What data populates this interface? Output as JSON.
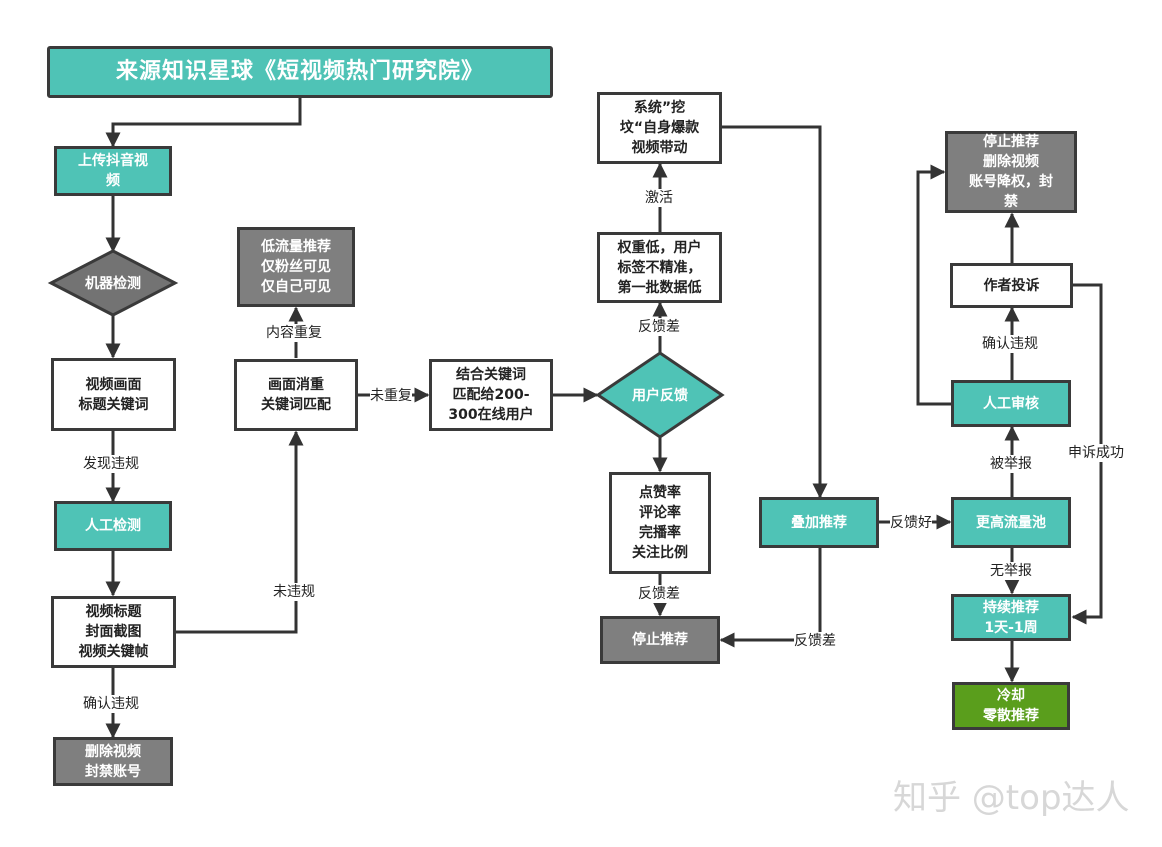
{
  "title": "来源知识星球《短视频热门研究院》",
  "nodes": {
    "upload": "上传抖音视\n频",
    "machine_check": "机器检测",
    "video_frame": "视频画面\n标题关键词",
    "manual_check": "人工检测",
    "video_title": "视频标题\n封面截图\n视频关键帧",
    "delete_video": "删除视频\n封禁账号",
    "low_traffic": "低流量推荐\n仅粉丝可见\n仅自己可见",
    "dedup": "画面消重\n关键词匹配",
    "match_users": "结合关键词\n匹配给200-\n300在线用户",
    "user_feedback": "用户反馈",
    "low_weight": "权重低，用户\n标签不精准，\n第一批数据低",
    "system_dig": "系统”挖\n坟“自身爆款\n视频带动",
    "metrics": "点赞率\n评论率\n完播率\n关注比例",
    "stop_rec_1": "停止推荐",
    "boost": "叠加推荐",
    "higher_pool": "更高流量池",
    "stop_rec_2": "停止推荐\n删除视频\n账号降权，封\n禁",
    "author_appeal": "作者投诉",
    "manual_review": "人工审核",
    "continue_rec": "持续推荐\n1天-1周",
    "cooldown": "冷却\n零散推荐"
  },
  "labels": {
    "found_violation": "发现违规",
    "confirm_violation_1": "确认违规",
    "no_violation": "未违规",
    "duplicate_content": "内容重复",
    "not_duplicate": "未重复",
    "feedback_bad_1": "反馈差",
    "activate": "激活",
    "feedback_bad_2": "反馈差",
    "feedback_good": "反馈好",
    "feedback_bad_3": "反馈差",
    "reported": "被举报",
    "not_reported": "无举报",
    "confirm_violation_2": "确认违规",
    "appeal_success": "申诉成功"
  },
  "watermark": "知乎 @top达人",
  "colors": {
    "teal": "#4fc3b6",
    "gray": "#7f7f7f",
    "green": "#5a9e1c",
    "line": "#333333"
  }
}
